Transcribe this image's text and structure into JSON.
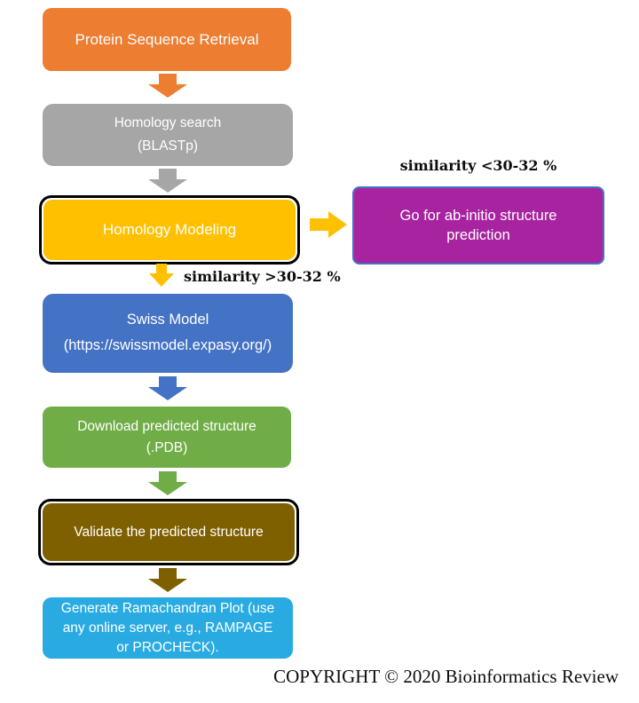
{
  "page": {
    "background_color": "#FFFFFF",
    "copyright": "COPYRIGHT © 2020 Bioinformatics Review"
  },
  "flowchart": {
    "boxes": {
      "retrieval": {
        "label": "Protein Sequence Retrieval",
        "color": "#ED7D31",
        "text_color": "#FFFFFF"
      },
      "homology_search": {
        "line1": "Homology search",
        "line2": "(BLASTp)",
        "color": "#A6A6A6",
        "text_color": "#FFFFFF"
      },
      "homology_modeling": {
        "label": "Homology Modeling",
        "color": "#FFC000",
        "border_color": "#000000",
        "text_color": "#FFFFFF"
      },
      "ab_initio": {
        "label": "Go for ab-initio structure prediction",
        "color": "#A823A0",
        "border_color": "#4472C4",
        "text_color": "#FFFFFF"
      },
      "swiss_model": {
        "line1": "Swiss Model",
        "line2": "(https://swissmodel.expasy.org/)",
        "color": "#4472C4",
        "text_color": "#FFFFFF"
      },
      "download": {
        "label": "Download predicted structure (.PDB)",
        "color": "#70AD47",
        "text_color": "#FFFFFF"
      },
      "validate": {
        "label": "Validate the predicted structure",
        "color": "#7F6000",
        "border_color": "#000000",
        "text_color": "#FFFFFF"
      },
      "ramachandran": {
        "label": "Generate Ramachandran Plot (use any online server, e.g., RAMPAGE or PROCHECK).",
        "color": "#29ABE2",
        "text_color": "#FFFFFF"
      }
    },
    "labels": {
      "similarity_low": "similarity <30-32 %",
      "similarity_high": "similarity >30-32 %"
    },
    "arrows": [
      {
        "name": "retrieval-to-homology-search",
        "direction": "down",
        "color": "#ED7D31"
      },
      {
        "name": "homology-search-to-modeling",
        "direction": "down",
        "color": "#A6A6A6"
      },
      {
        "name": "modeling-to-ab-initio",
        "direction": "right",
        "color": "#FFC000"
      },
      {
        "name": "modeling-to-swiss-model",
        "direction": "down",
        "color": "#FFC000"
      },
      {
        "name": "swiss-model-to-download",
        "direction": "down",
        "color": "#4472C4"
      },
      {
        "name": "download-to-validate",
        "direction": "down",
        "color": "#70AD47"
      },
      {
        "name": "validate-to-ramachandran",
        "direction": "down",
        "color": "#7F6000"
      }
    ]
  }
}
